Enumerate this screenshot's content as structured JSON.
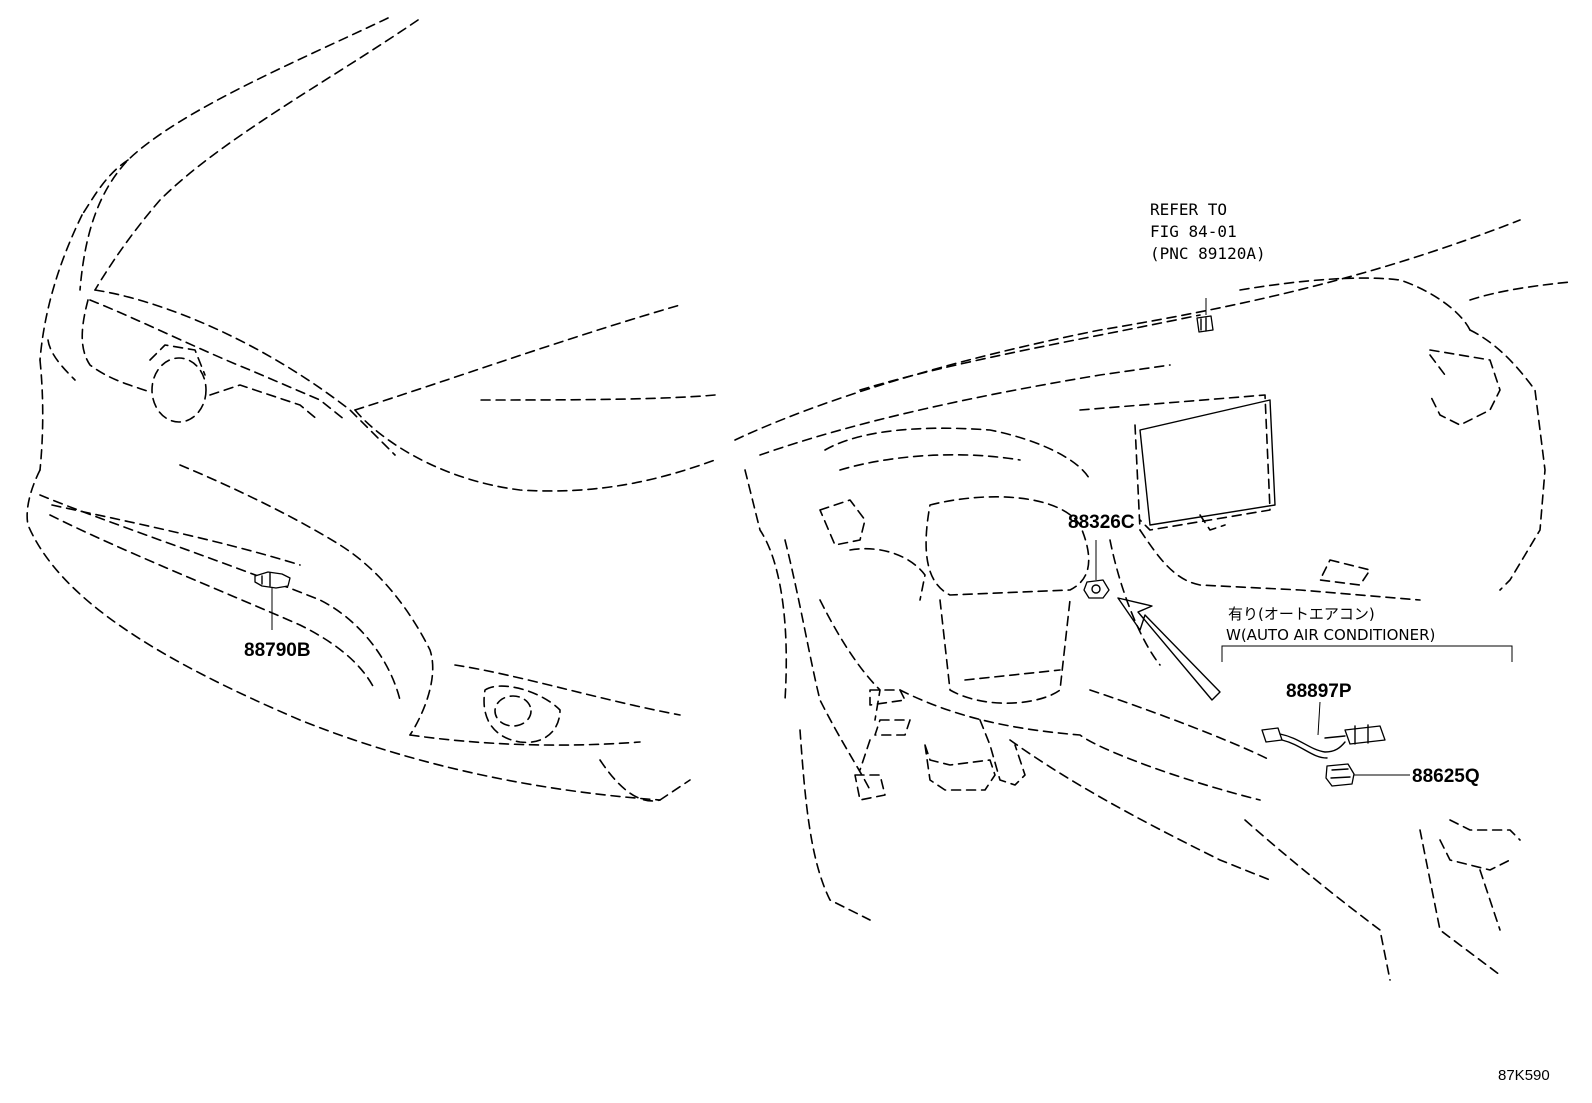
{
  "diagram": {
    "part_labels": [
      {
        "id": "p88790b",
        "text": "88790B"
      },
      {
        "id": "p88326c",
        "text": "88326C"
      },
      {
        "id": "p88897p",
        "text": "88897P"
      },
      {
        "id": "p88625q",
        "text": "88625Q"
      }
    ],
    "reference_note": {
      "line1": "REFER TO",
      "line2": "FIG 84-01",
      "line3": "(PNC 89120A)"
    },
    "option_note": {
      "japanese": "有り(オートエアコン)",
      "english": "W(AUTO AIR CONDITIONER)"
    },
    "figure_code": "87K590"
  }
}
